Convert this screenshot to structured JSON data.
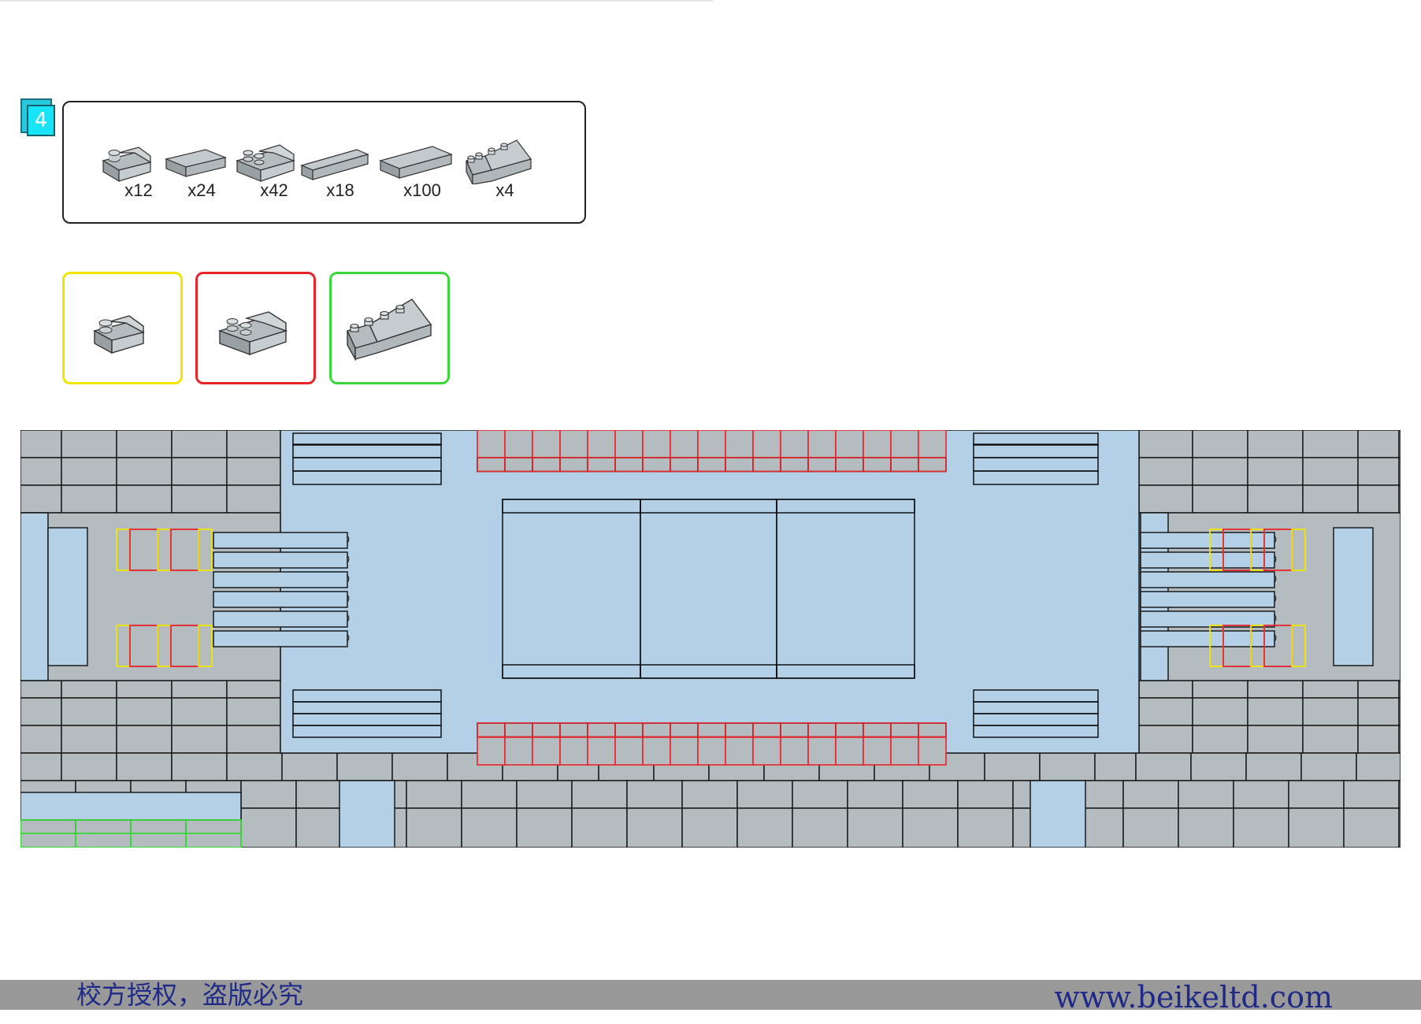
{
  "step": {
    "number": "4"
  },
  "parts_list": [
    {
      "icon": "slope-brick-1x2-icon",
      "qty": "x12"
    },
    {
      "icon": "tile-2x2-icon",
      "qty": "x24"
    },
    {
      "icon": "slope-brick-2x2-icon",
      "qty": "x42"
    },
    {
      "icon": "tile-1x4-icon",
      "qty": "x18"
    },
    {
      "icon": "tile-2x4-icon",
      "qty": "x100"
    },
    {
      "icon": "roof-brick-2x4-icon",
      "qty": "x4"
    }
  ],
  "legend": [
    {
      "icon": "slope-brick-1x2-icon",
      "color": "#f2e600"
    },
    {
      "icon": "slope-brick-2x2-icon",
      "color": "#e8232a"
    },
    {
      "icon": "roof-brick-2x4-icon",
      "color": "#39d83a"
    }
  ],
  "colors": {
    "tile": "#b4bcc0",
    "plate": "#b3d0e6",
    "stroke": "#1a1a1a"
  },
  "footer": {
    "left_text": "校方授权，盗版必究",
    "right_text": "www.beikeltd.com"
  }
}
